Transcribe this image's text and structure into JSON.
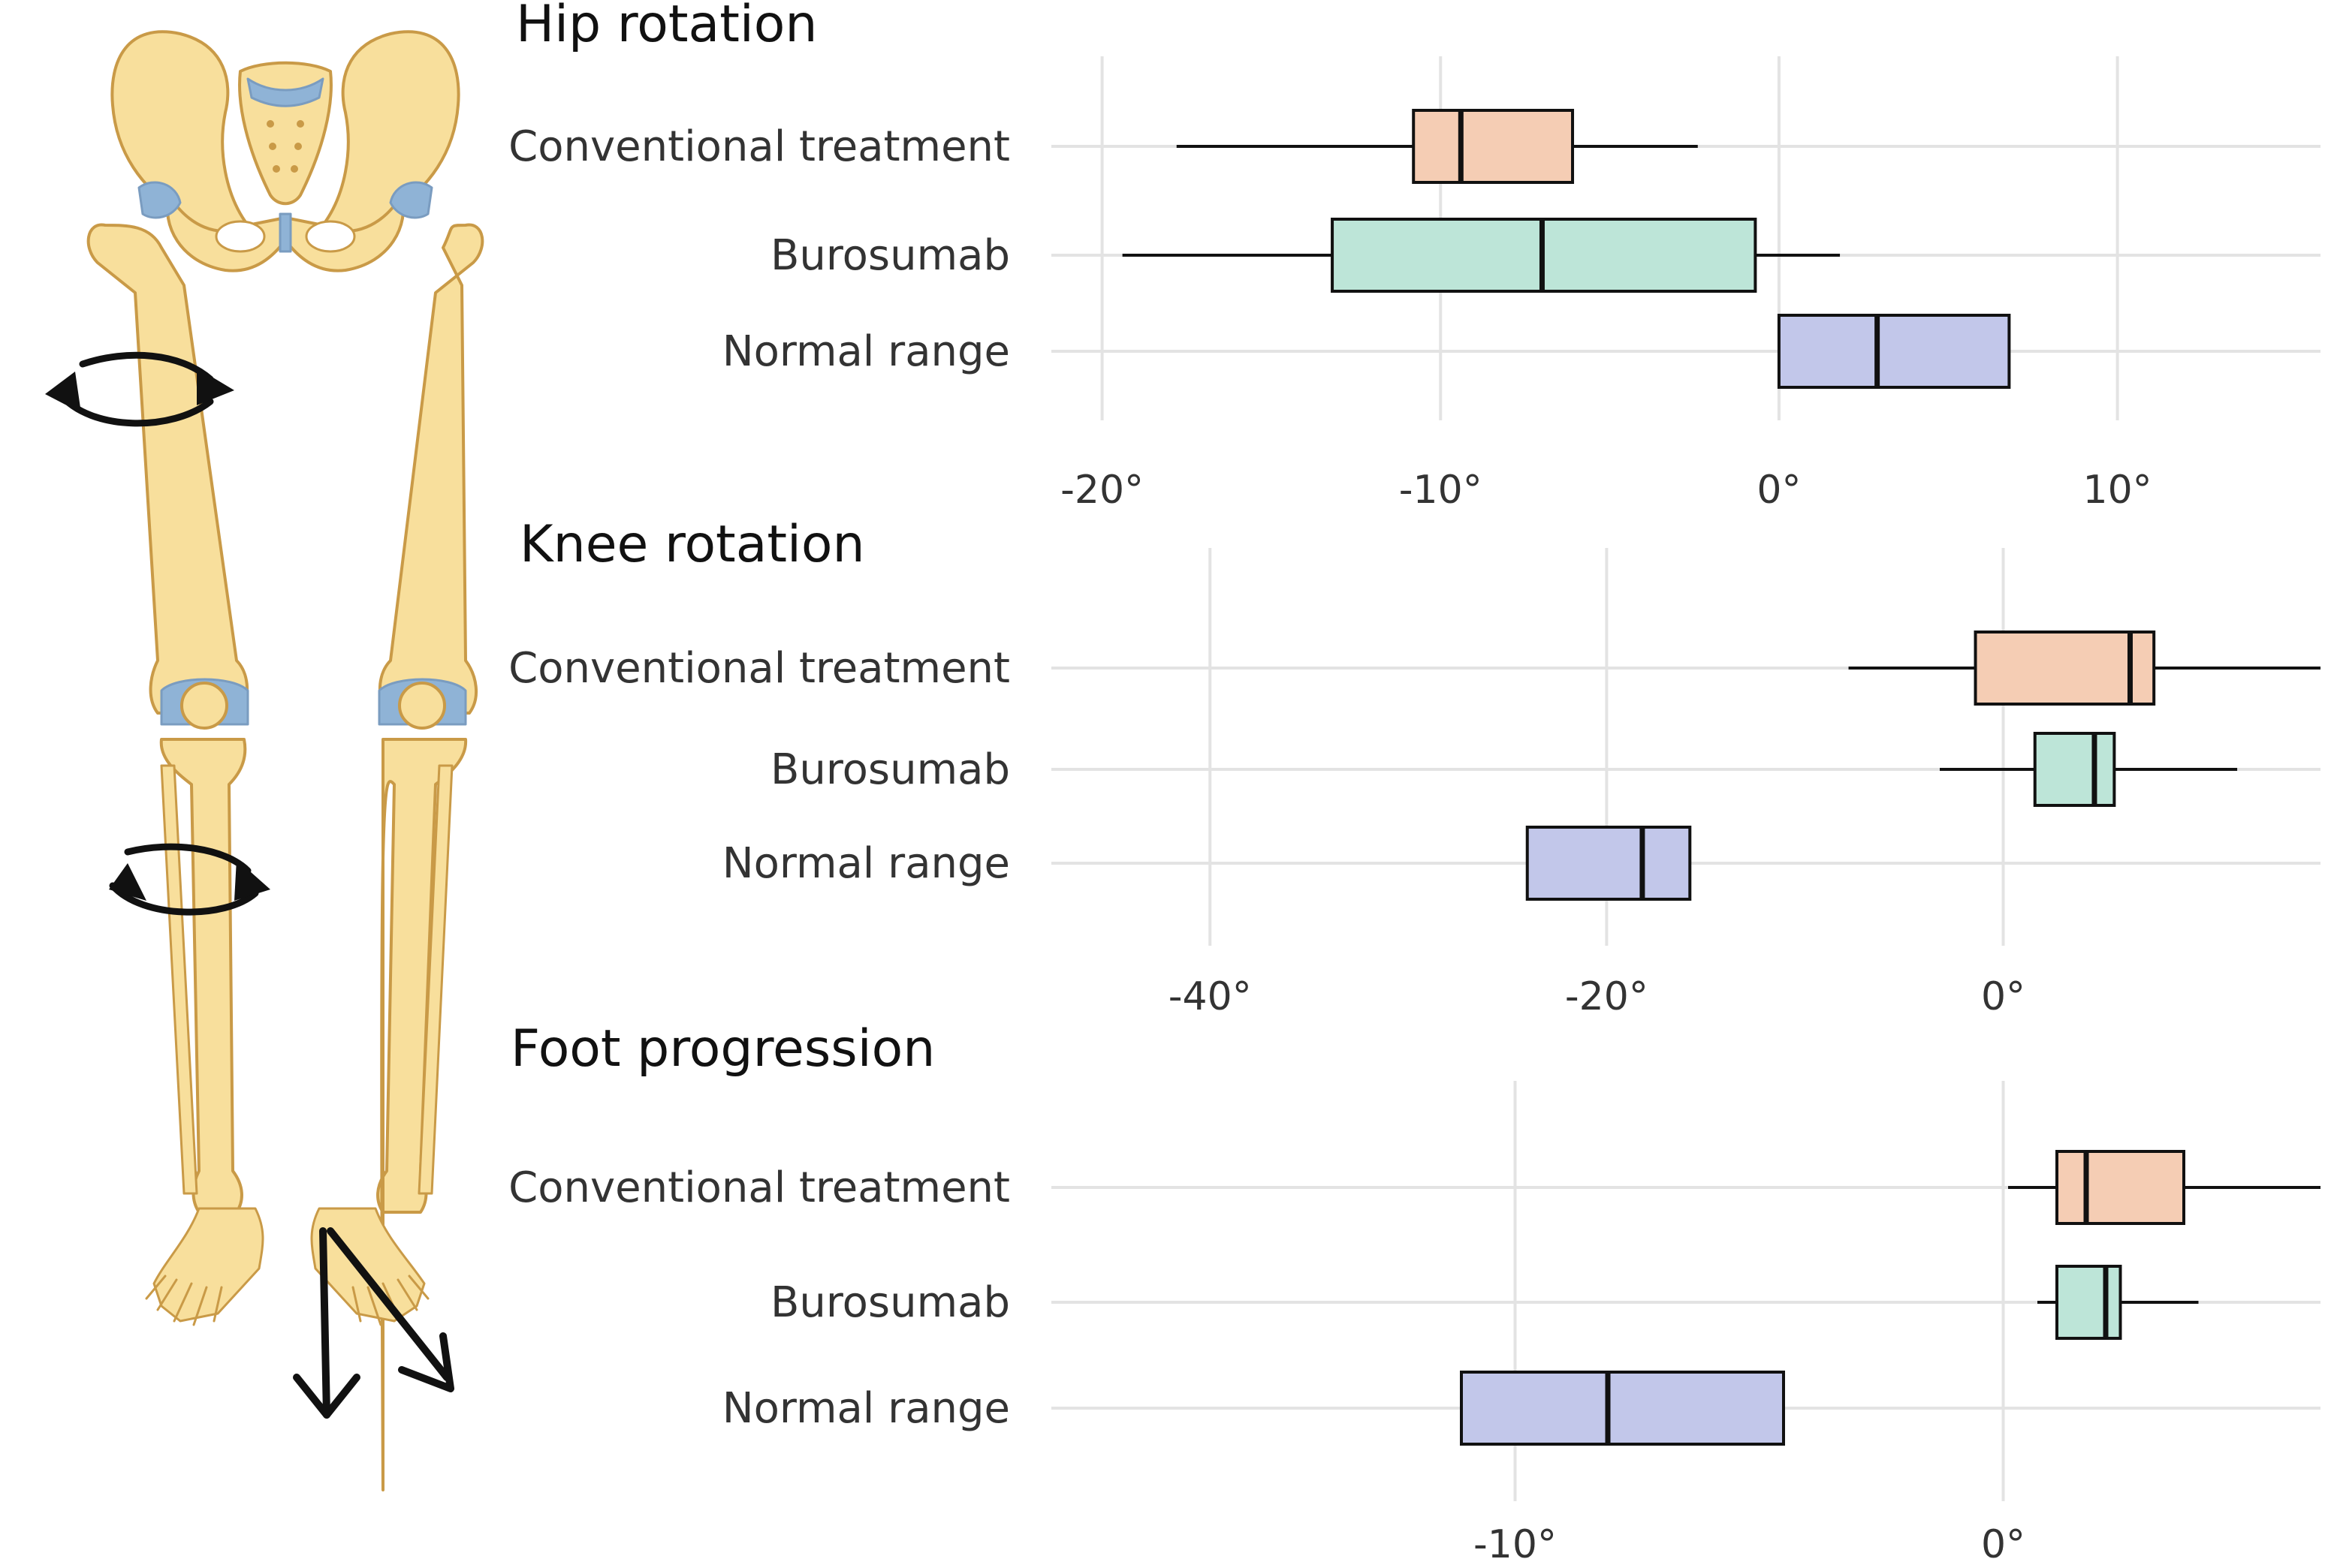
{
  "colors": {
    "conventional": "#f5cdb4",
    "burosumab": "#bde5d8",
    "normal": "#c2c7ea",
    "grid": "#e3e3e3",
    "ink": "#111111",
    "bone": "#f8df9c",
    "bone_outline": "#c99a47",
    "cartilage": "#8fb3d6",
    "arrow": "#111111"
  },
  "illustration": {
    "icons": [
      "pelvis-icon",
      "femur-icon",
      "tibia-icon",
      "fibula-icon",
      "foot-icon",
      "rotation-arrow-icon",
      "direction-arrow-icon"
    ]
  },
  "chart_data": [
    {
      "type": "boxplot",
      "title": "Hip rotation",
      "orientation": "horizontal",
      "categories": [
        "Conventional treatment",
        "Burosumab",
        "Normal range"
      ],
      "xlim": [
        -21.5,
        16
      ],
      "xticks": [
        -20,
        -10,
        0,
        10
      ],
      "xtick_labels": [
        "-20°",
        "-10°",
        "0°",
        "10°"
      ],
      "grid": true,
      "series": [
        {
          "whisker_low": -17.8,
          "q1": -10.8,
          "median": -9.4,
          "q3": -6.1,
          "whisker_high": -2.4
        },
        {
          "whisker_low": -19.4,
          "q1": -13.2,
          "median": -7.0,
          "q3": -0.7,
          "whisker_high": 1.8
        },
        {
          "whisker_low": 0,
          "q1": 0,
          "median": 2.9,
          "q3": 6.8,
          "whisker_high": 6.8
        }
      ]
    },
    {
      "type": "boxplot",
      "title": "Knee rotation",
      "orientation": "horizontal",
      "categories": [
        "Conventional treatment",
        "Burosumab",
        "Normal range"
      ],
      "xlim": [
        -48,
        16
      ],
      "xticks": [
        -40,
        -20,
        0
      ],
      "xtick_labels": [
        "-40°",
        "-20°",
        "0°"
      ],
      "grid": true,
      "series": [
        {
          "whisker_low": -7.8,
          "q1": -1.4,
          "median": 6.4,
          "q3": 7.6,
          "whisker_high": 16.0
        },
        {
          "whisker_low": -3.2,
          "q1": 1.6,
          "median": 4.6,
          "q3": 5.6,
          "whisker_high": 11.8
        },
        {
          "whisker_low": -24.0,
          "q1": -24.0,
          "median": -18.2,
          "q3": -15.8,
          "whisker_high": -15.8
        }
      ]
    },
    {
      "type": "boxplot",
      "title": "Foot progression",
      "orientation": "horizontal",
      "categories": [
        "Conventional treatment",
        "Burosumab",
        "Normal range"
      ],
      "xlim": [
        -19.5,
        6.5
      ],
      "xticks": [
        -10,
        0
      ],
      "xtick_labels": [
        "-10°",
        "0°"
      ],
      "grid": true,
      "series": [
        {
          "whisker_low": 0.1,
          "q1": 1.1,
          "median": 1.7,
          "q3": 3.7,
          "whisker_high": 6.5
        },
        {
          "whisker_low": 0.7,
          "q1": 1.1,
          "median": 2.1,
          "q3": 2.4,
          "whisker_high": 4.0
        },
        {
          "whisker_low": -11.1,
          "q1": -11.1,
          "median": -8.1,
          "q3": -4.5,
          "whisker_high": -4.5
        }
      ]
    }
  ]
}
